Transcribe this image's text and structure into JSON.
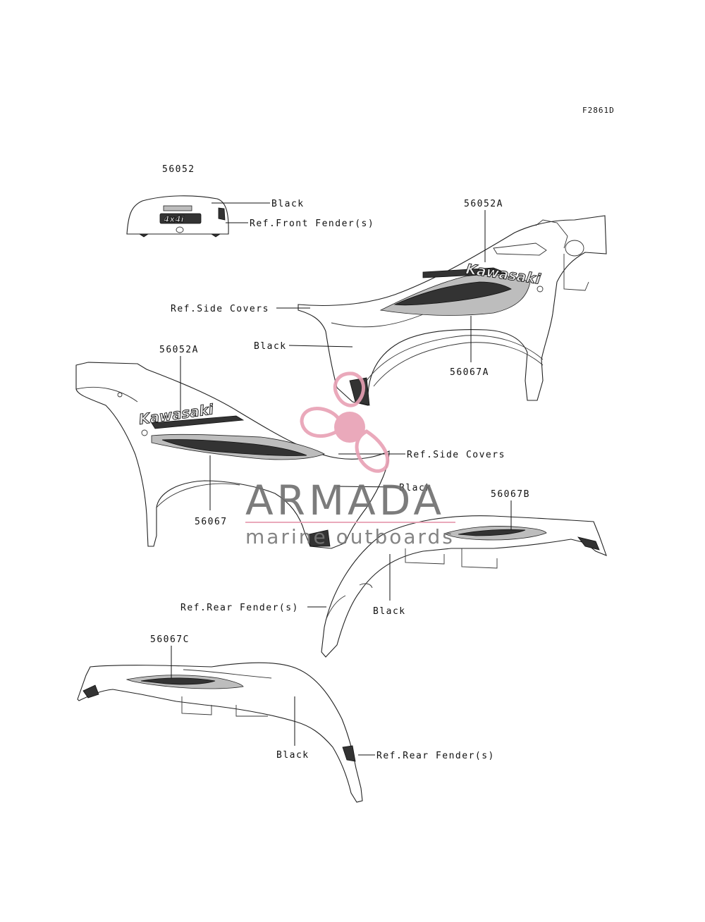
{
  "figure_code": "F2861D",
  "parts": {
    "front_decal": {
      "number": "56052",
      "color_label": "Black",
      "ref_label": "Ref.Front Fender(s)",
      "emblem_text": "4x4i"
    },
    "right_side_decal": {
      "number": "56052A",
      "logo_text": "Kawasaki",
      "ref_label": "Ref.Side Covers",
      "color_label": "Black",
      "stripe_number": "56067A"
    },
    "left_side_decal": {
      "number": "56052A",
      "logo_text": "Kawasaki",
      "ref_label": "Ref.Side Covers",
      "color_label": "Black",
      "stripe_number": "56067"
    },
    "right_rear_decal": {
      "number": "56067B",
      "ref_label": "Ref.Rear Fender(s)",
      "color_label": "Black"
    },
    "left_rear_decal": {
      "number": "56067C",
      "color_label": "Black",
      "ref_label": "Ref.Rear Fender(s)"
    }
  },
  "watermark": {
    "title": "ARMADA",
    "subtitle": "marine outboards",
    "logo_color": "#e8a0b4"
  }
}
